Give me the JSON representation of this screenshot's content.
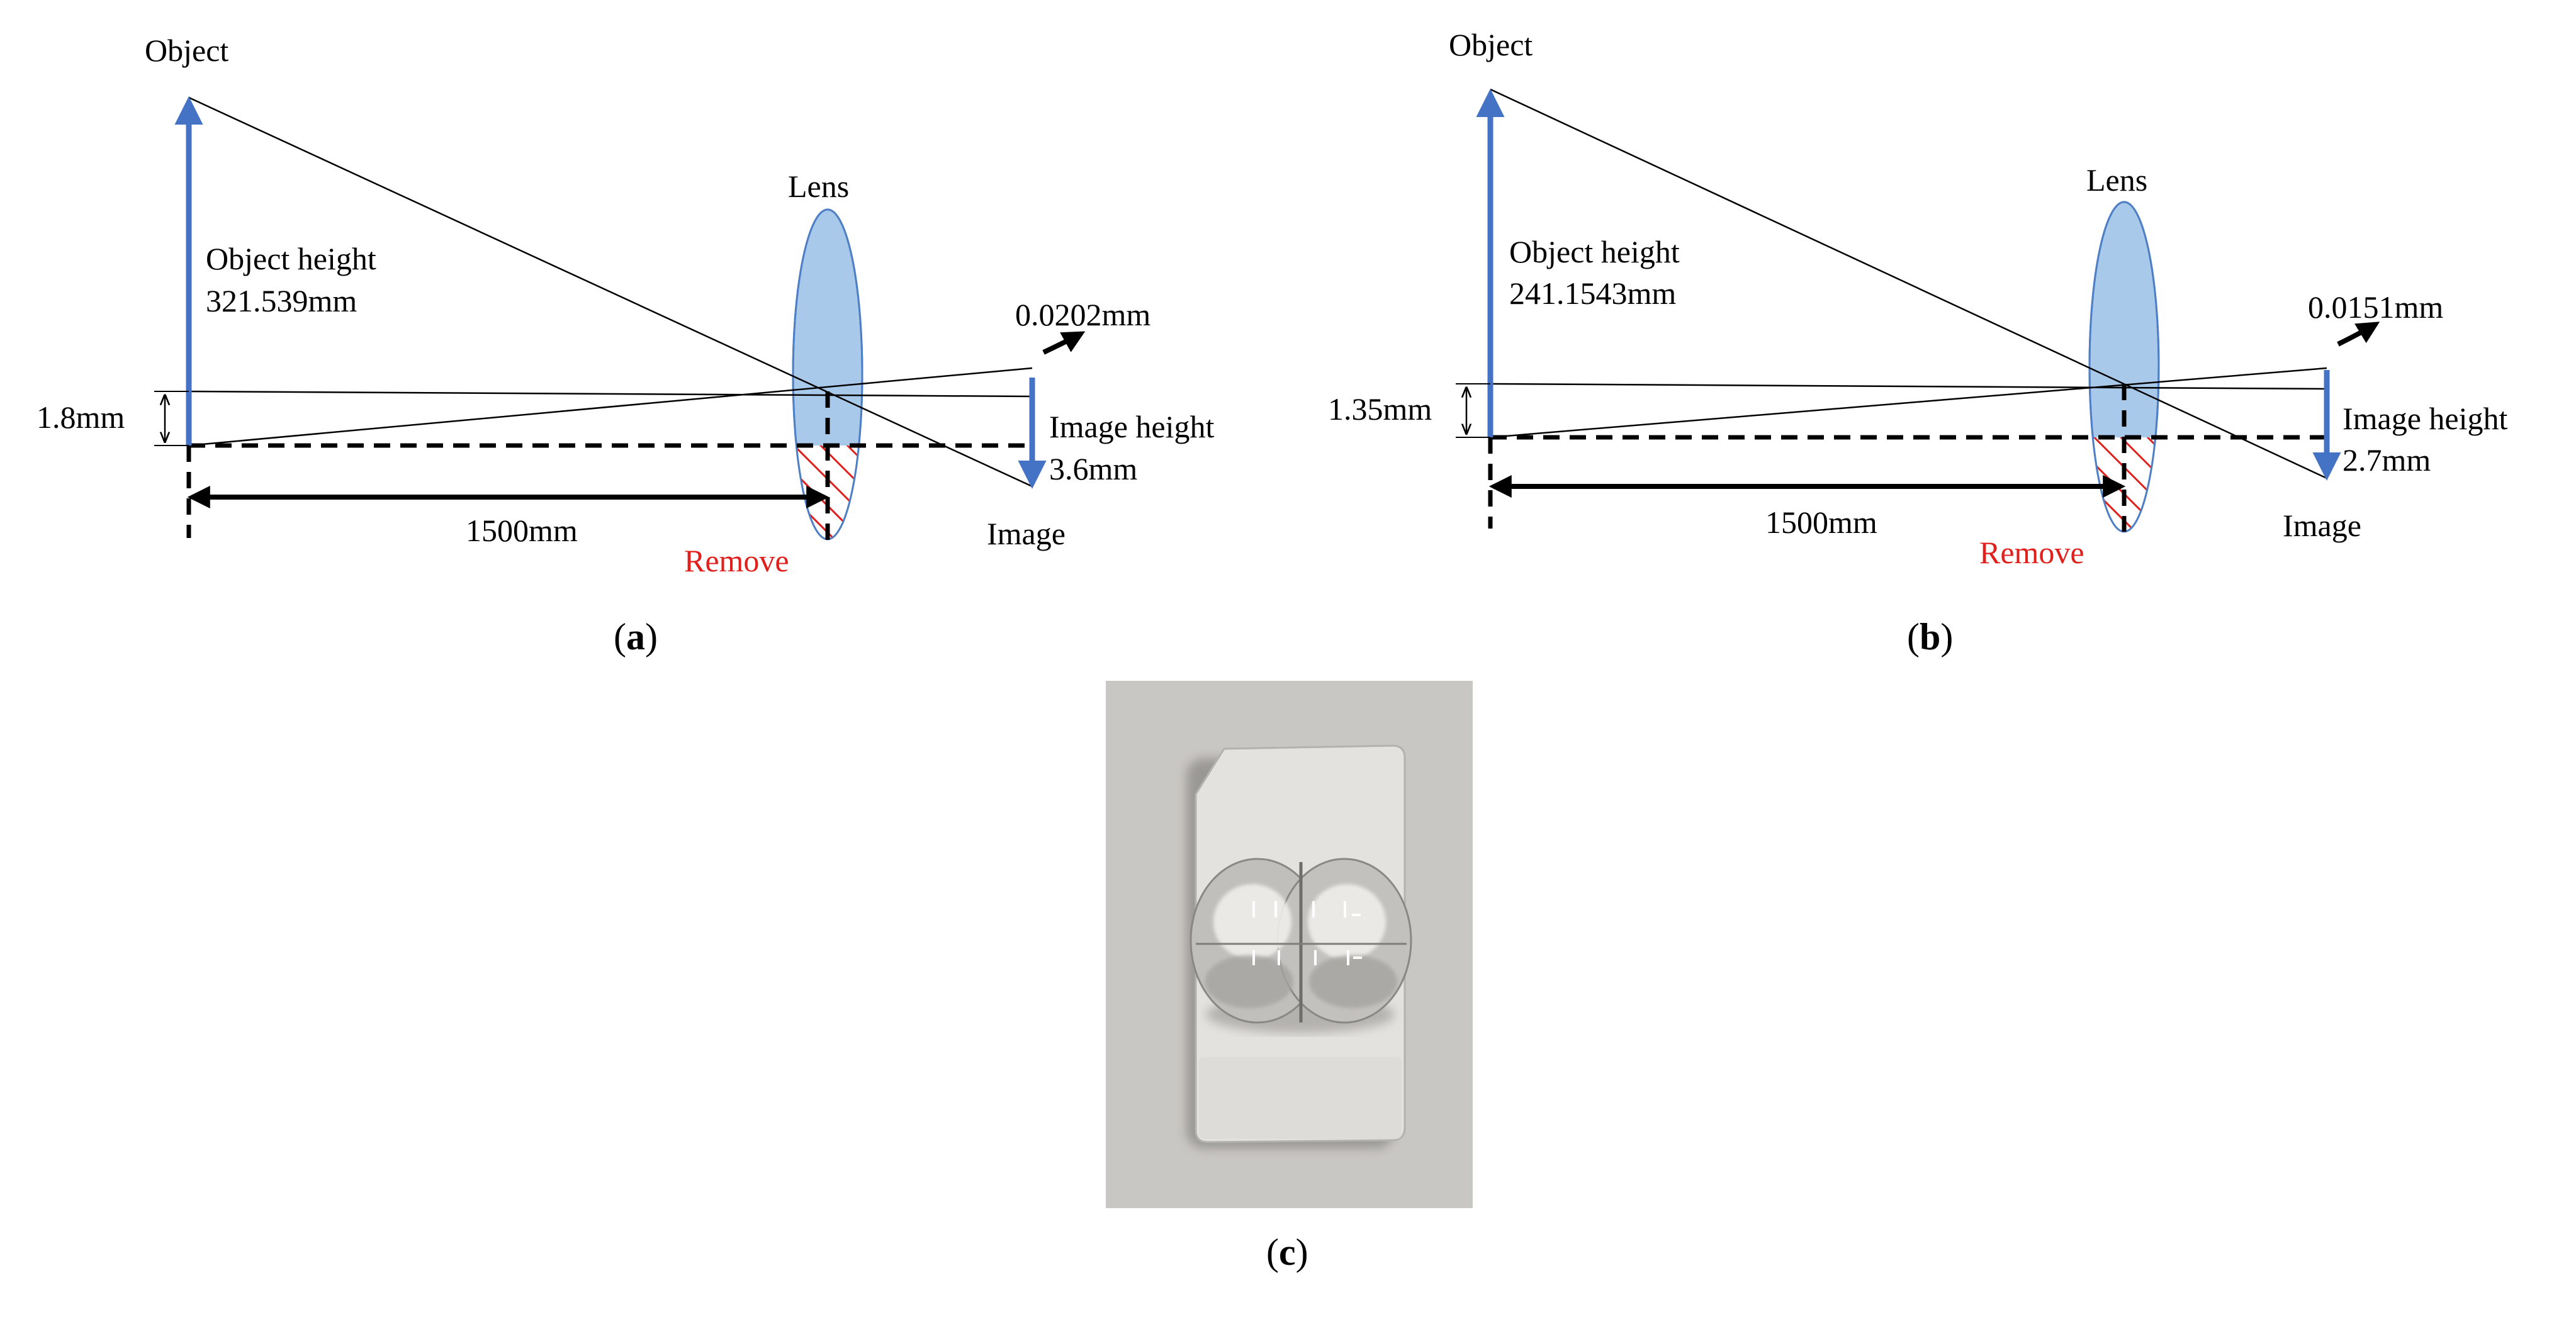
{
  "colors": {
    "arrow_blue": "#4472c4",
    "lens_fill": "#a9c9eb",
    "lens_stroke": "#4f7fc4",
    "remove_red": "#e0201c",
    "hatch_red": "#e0201c",
    "photo_background": "#c9c7c3"
  },
  "panel_a": {
    "object_label": "Object",
    "lens_label": "Lens",
    "object_height_label": "Object height",
    "object_height_value": "321.539mm",
    "offset_label": "0.0202mm",
    "image_height_label": "Image height",
    "image_height_value": "3.6mm",
    "gap_label": "1.8mm",
    "distance_label": "1500mm",
    "remove_label": "Remove",
    "image_label": "Image",
    "caption_open": "(",
    "caption_letter": "a",
    "caption_close": ")"
  },
  "panel_b": {
    "object_label": "Object",
    "lens_label": "Lens",
    "object_height_label": "Object height",
    "object_height_value": "241.1543mm",
    "offset_label": "0.0151mm",
    "image_height_label": "Image height",
    "image_height_value": "2.7mm",
    "gap_label": "1.35mm",
    "distance_label": "1500mm",
    "remove_label": "Remove",
    "image_label": "Image",
    "caption_open": "(",
    "caption_letter": "b",
    "caption_close": ")"
  },
  "panel_c": {
    "caption_open": "(",
    "caption_letter": "c",
    "caption_close": ")"
  }
}
